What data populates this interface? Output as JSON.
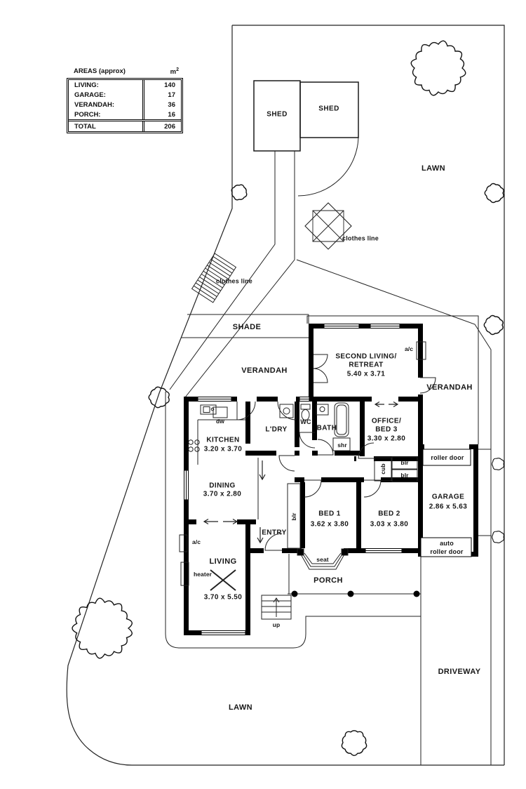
{
  "areas_table": {
    "title": "AREAS (approx)",
    "unit": "m²",
    "rows": [
      {
        "label": "LIVING:",
        "value": "140"
      },
      {
        "label": "GARAGE:",
        "value": "17"
      },
      {
        "label": "VERANDAH:",
        "value": "36"
      },
      {
        "label": "PORCH:",
        "value": "16"
      }
    ],
    "total": {
      "label": "TOTAL",
      "value": "206"
    }
  },
  "site": {
    "shed_left": "SHED",
    "shed_right": "SHED",
    "lawn_top": "LAWN",
    "lawn_bottom": "LAWN",
    "driveway": "DRIVEWAY",
    "shade": "SHADE",
    "clothes_line_left": "clothes line",
    "clothes_line_right": "clothes line"
  },
  "rooms": {
    "verandah_left": "VERANDAH",
    "verandah_right": "VERANDAH",
    "second_living": {
      "line1": "SECOND LIVING/",
      "line2": "RETREAT",
      "dims": "5.40 x 3.71"
    },
    "kitchen": {
      "name": "KITCHEN",
      "dims": "3.20 x 3.70"
    },
    "laundry": {
      "name": "L'DRY"
    },
    "wc": {
      "name": "WC"
    },
    "bath": {
      "name": "BATH"
    },
    "office": {
      "line1": "OFFICE/",
      "line2": "BED 3",
      "dims": "3.30 x 2.80"
    },
    "dining": {
      "name": "DINING",
      "dims": "3.70 x 2.80"
    },
    "bed1": {
      "name": "BED 1",
      "dims": "3.62 x 3.80"
    },
    "bed2": {
      "name": "BED 2",
      "dims": "3.03 x 3.80"
    },
    "living": {
      "name": "LIVING",
      "dims": "3.70 x 5.50"
    },
    "garage": {
      "name": "GARAGE",
      "dims": "2.86 x 5.63"
    },
    "entry": "ENTRY",
    "porch": "PORCH"
  },
  "fixtures": {
    "dw": "dw",
    "shr": "shr",
    "blr_office": "blr",
    "blr_bed2": "blr",
    "blr_bed1": "blr",
    "cub": "cub",
    "ac_living": "a/c",
    "ac_second_living": "a/c",
    "heater": "heater",
    "seat": "seat",
    "up": "up",
    "roller_door": "roller door",
    "auto_roller_line1": "auto",
    "auto_roller_line2": "roller door"
  }
}
